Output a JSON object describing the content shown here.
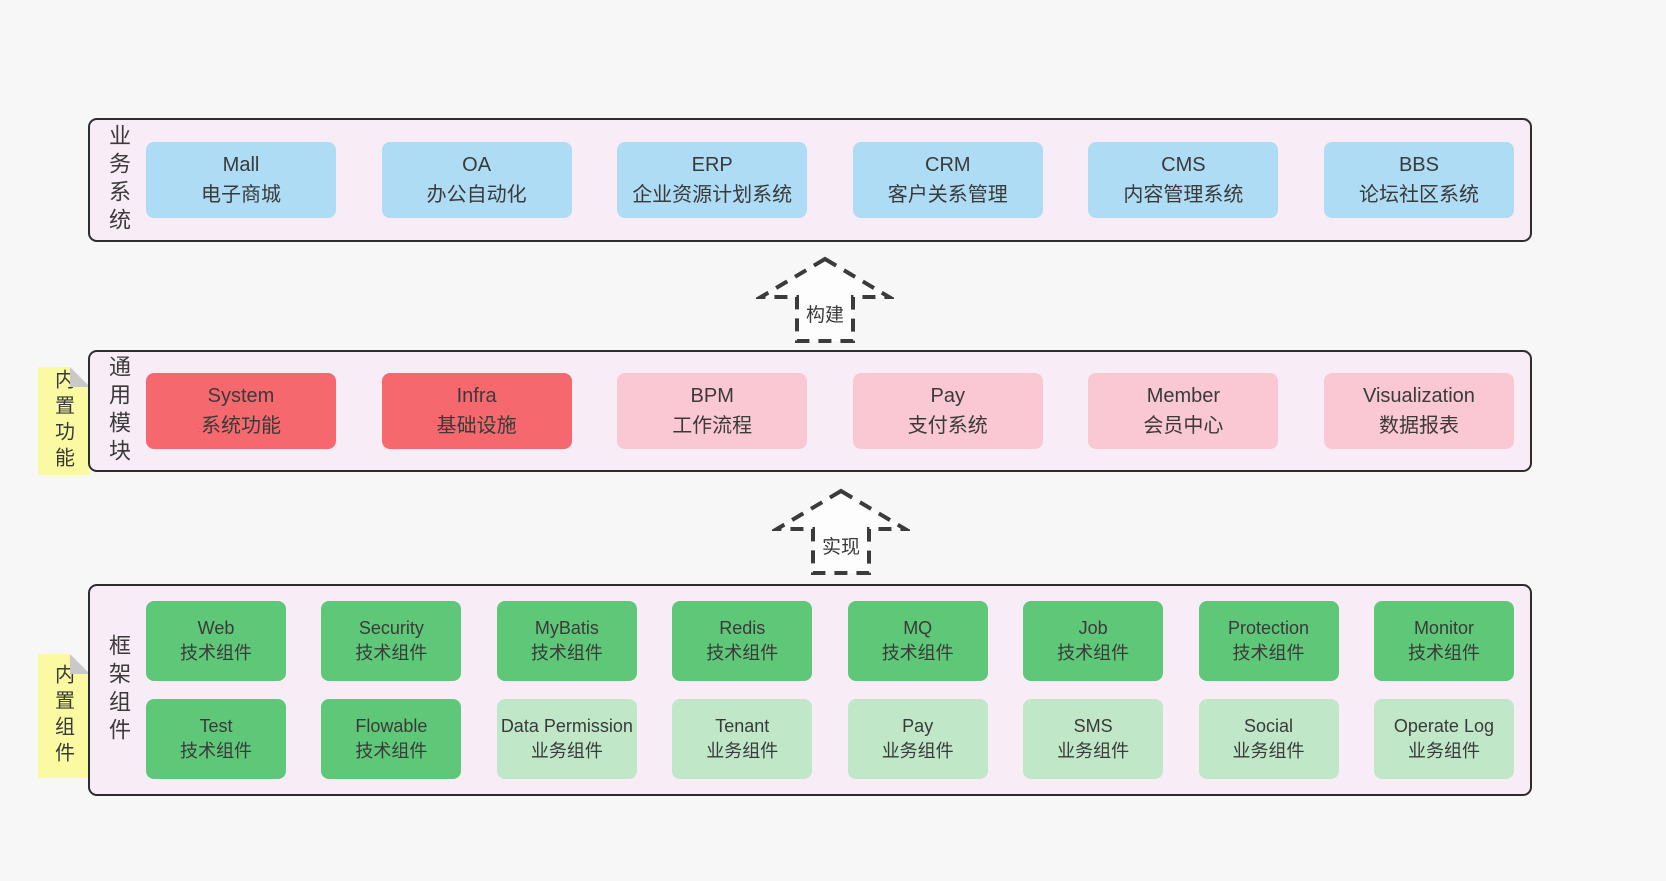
{
  "colors": {
    "page_bg": "#f7f7f7",
    "band_bg": "#f8edf6",
    "band_border": "#2d2d2d",
    "box_blue": "#aedcf5",
    "box_red": "#f5696e",
    "box_pink": "#f9c8d2",
    "box_green": "#5fc878",
    "box_light_green": "#c0e8c8",
    "tag_yellow": "#fafaa2",
    "tag_fold": "#c9c9c9",
    "text": "#3a3a3a",
    "arrow_stroke": "#3b3b3b",
    "arrow_fill": "#fdfdfd"
  },
  "bands": [
    {
      "label": "业务系统",
      "boxes": [
        {
          "title": "Mall",
          "subtitle": "电子商城",
          "variant": "blue"
        },
        {
          "title": "OA",
          "subtitle": "办公自动化",
          "variant": "blue"
        },
        {
          "title": "ERP",
          "subtitle": "企业资源计划系统",
          "variant": "blue"
        },
        {
          "title": "CRM",
          "subtitle": "客户关系管理",
          "variant": "blue"
        },
        {
          "title": "CMS",
          "subtitle": "内容管理系统",
          "variant": "blue"
        },
        {
          "title": "BBS",
          "subtitle": "论坛社区系统",
          "variant": "blue"
        }
      ]
    },
    {
      "label": "通用模块",
      "tag": "内置功能",
      "boxes": [
        {
          "title": "System",
          "subtitle": "系统功能",
          "variant": "red"
        },
        {
          "title": "Infra",
          "subtitle": "基础设施",
          "variant": "red"
        },
        {
          "title": "BPM",
          "subtitle": "工作流程",
          "variant": "pink"
        },
        {
          "title": "Pay",
          "subtitle": "支付系统",
          "variant": "pink"
        },
        {
          "title": "Member",
          "subtitle": "会员中心",
          "variant": "pink"
        },
        {
          "title": "Visualization",
          "subtitle": "数据报表",
          "variant": "pink"
        }
      ]
    },
    {
      "label": "框架组件",
      "tag": "内置组件",
      "rows": [
        [
          {
            "title": "Web",
            "subtitle": "技术组件",
            "variant": "green"
          },
          {
            "title": "Security",
            "subtitle": "技术组件",
            "variant": "green"
          },
          {
            "title": "MyBatis",
            "subtitle": "技术组件",
            "variant": "green"
          },
          {
            "title": "Redis",
            "subtitle": "技术组件",
            "variant": "green"
          },
          {
            "title": "MQ",
            "subtitle": "技术组件",
            "variant": "green"
          },
          {
            "title": "Job",
            "subtitle": "技术组件",
            "variant": "green"
          },
          {
            "title": "Protection",
            "subtitle": "技术组件",
            "variant": "green"
          },
          {
            "title": "Monitor",
            "subtitle": "技术组件",
            "variant": "green"
          }
        ],
        [
          {
            "title": "Test",
            "subtitle": "技术组件",
            "variant": "green"
          },
          {
            "title": "Flowable",
            "subtitle": "技术组件",
            "variant": "green"
          },
          {
            "title": "Data Permission",
            "subtitle": "业务组件",
            "variant": "lightgreen"
          },
          {
            "title": "Tenant",
            "subtitle": "业务组件",
            "variant": "lightgreen"
          },
          {
            "title": "Pay",
            "subtitle": "业务组件",
            "variant": "lightgreen"
          },
          {
            "title": "SMS",
            "subtitle": "业务组件",
            "variant": "lightgreen"
          },
          {
            "title": "Social",
            "subtitle": "业务组件",
            "variant": "lightgreen"
          },
          {
            "title": "Operate Log",
            "subtitle": "业务组件",
            "variant": "lightgreen"
          }
        ]
      ]
    }
  ],
  "arrows": [
    {
      "label": "构建"
    },
    {
      "label": "实现"
    }
  ]
}
